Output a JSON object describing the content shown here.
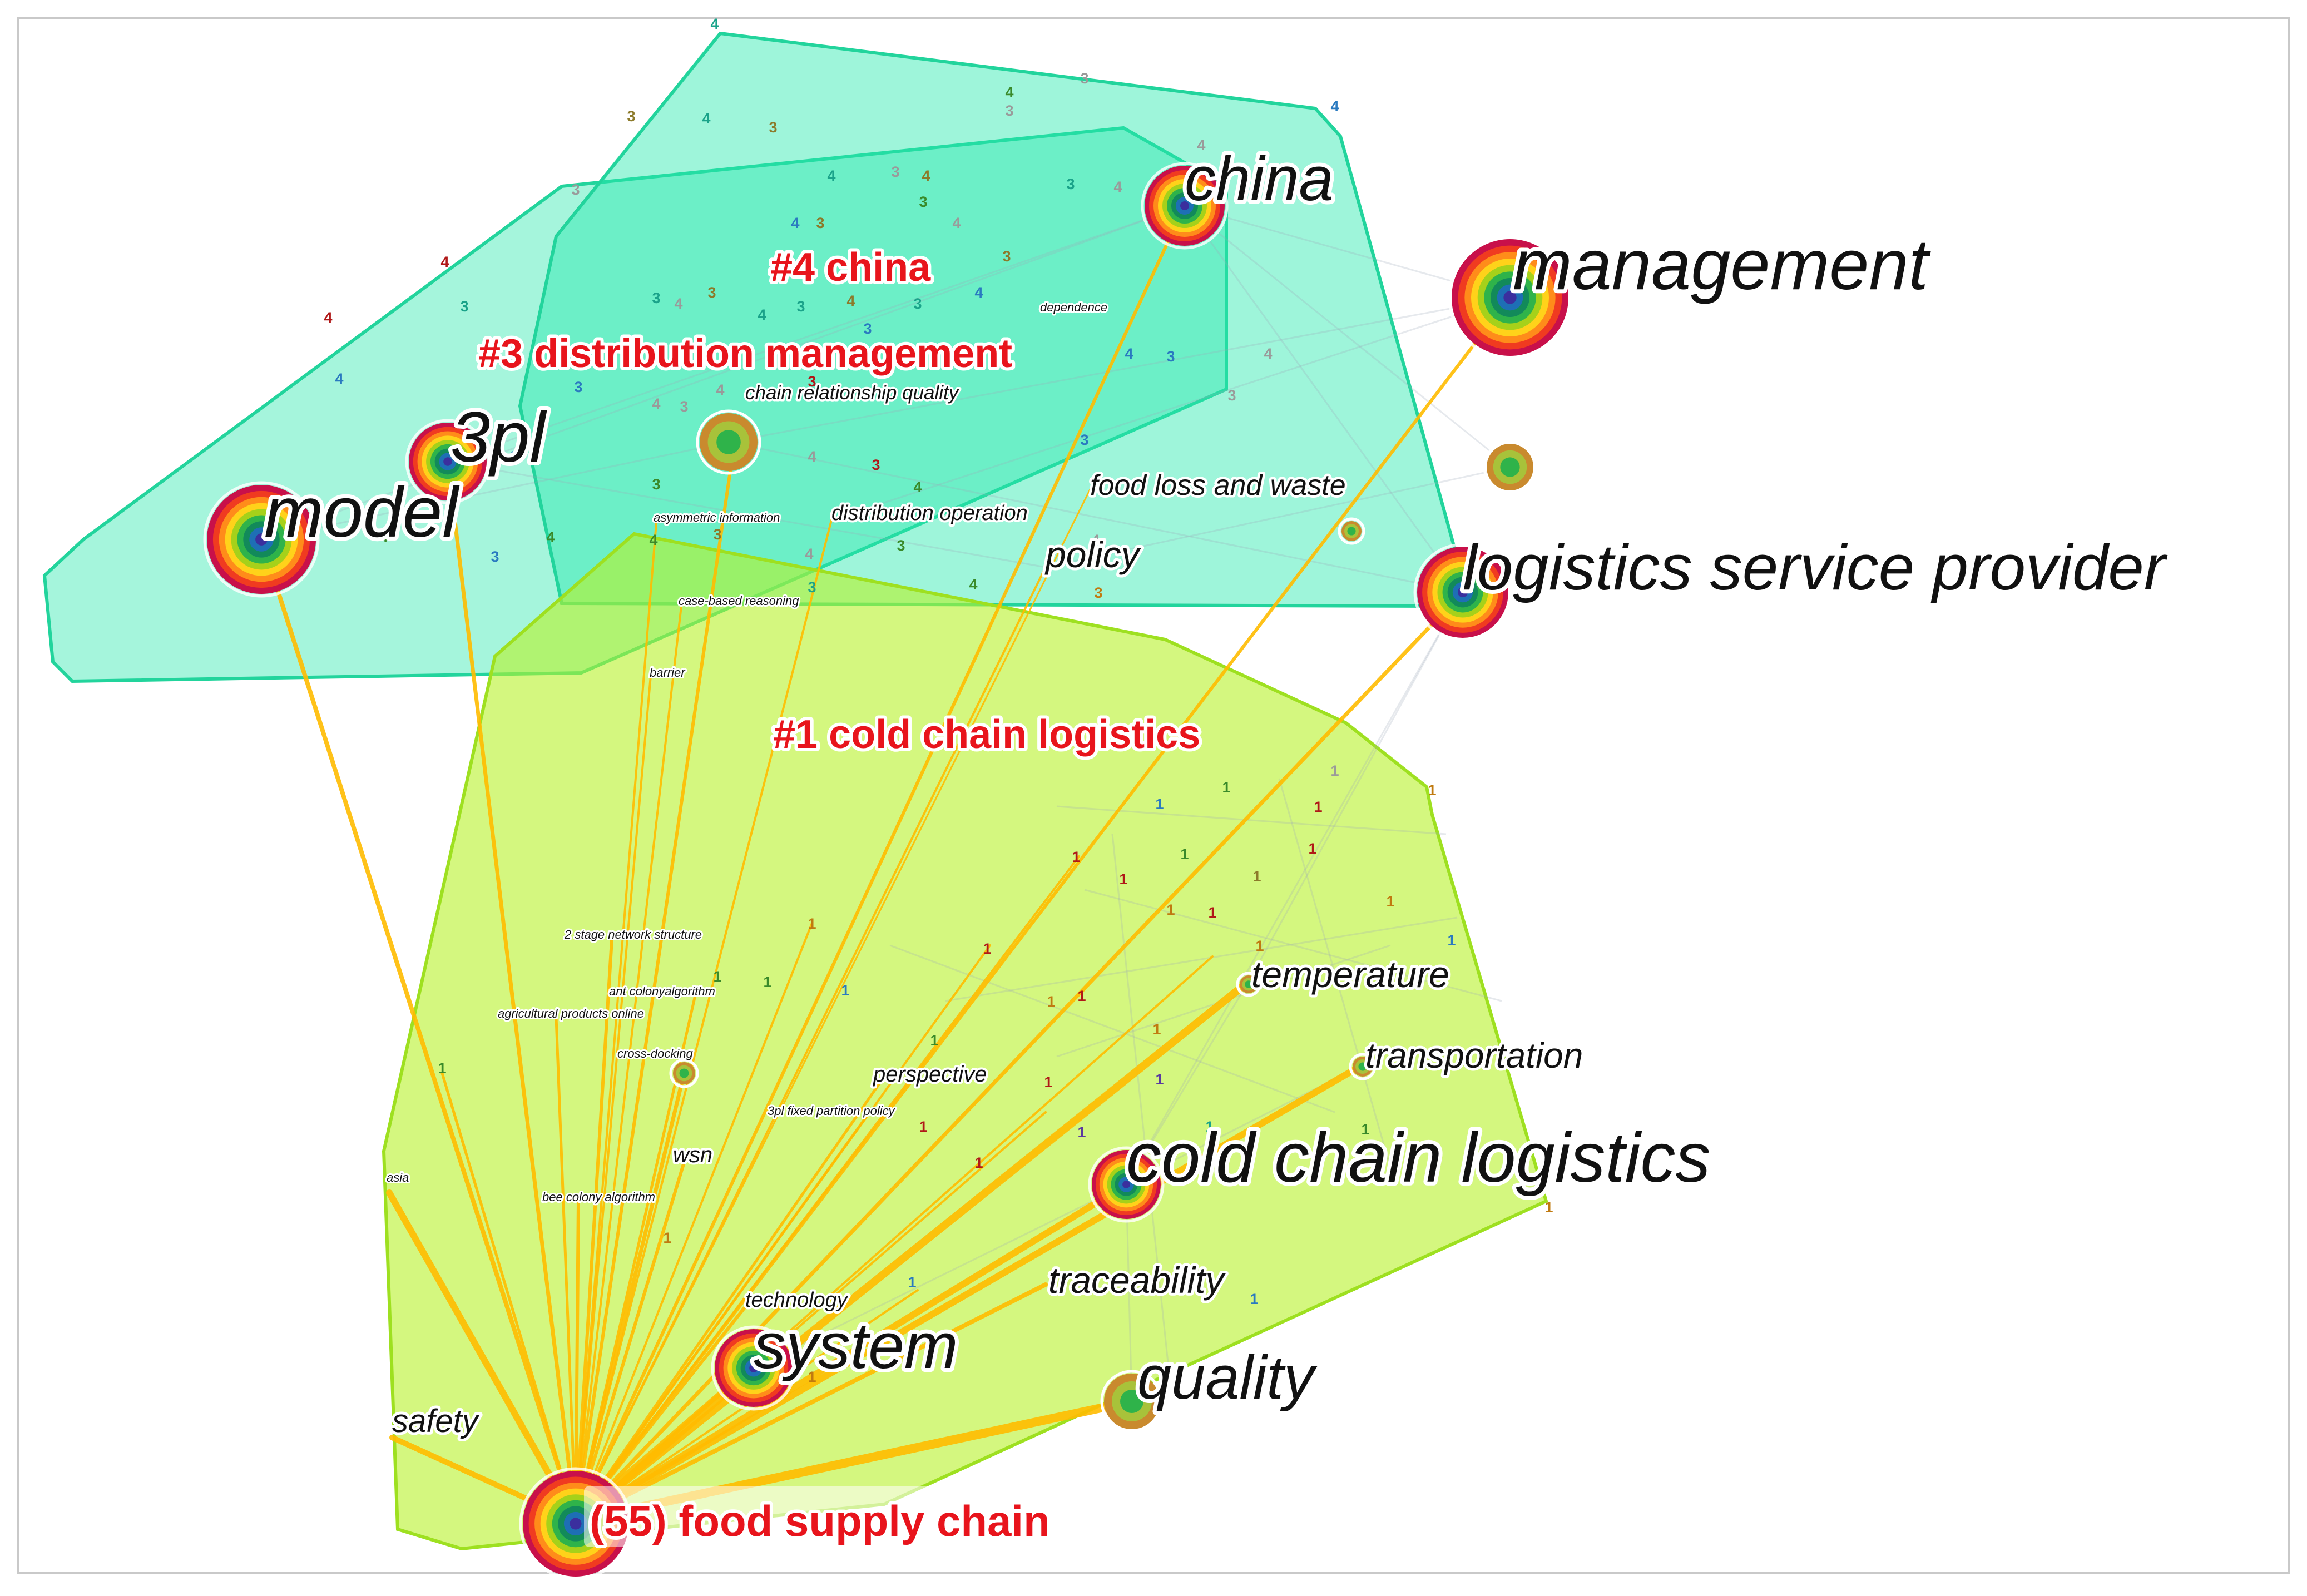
{
  "colors": {
    "hull_green": "#28e8ac",
    "hull_lime": "#b8f22a",
    "link": "#ffbb00",
    "cluster_label": "#e8141c",
    "keyword": "#111111",
    "ring_palette": [
      "#c8104a",
      "#f03b20",
      "#ff8c1a",
      "#ffd21a",
      "#a6d11a",
      "#2fb34a",
      "#128a5a",
      "#1e6fb5",
      "#3b2f9e"
    ]
  },
  "clusters": [
    {
      "id": "c4",
      "label": "#4 china"
    },
    {
      "id": "c3",
      "label": "#3 distribution management"
    },
    {
      "id": "c1",
      "label": "#1 cold chain logistics"
    }
  ],
  "hub": {
    "id": "food",
    "label": "(55) food supply chain"
  },
  "major_keywords": [
    {
      "id": "management",
      "label": "management"
    },
    {
      "id": "china",
      "label": "china"
    },
    {
      "id": "logistics",
      "label": "logistics service provider"
    },
    {
      "id": "model",
      "label": "model"
    },
    {
      "id": "threepl",
      "label": "3pl"
    },
    {
      "id": "coldchain",
      "label": "cold chain logistics"
    },
    {
      "id": "system",
      "label": "system"
    },
    {
      "id": "quality",
      "label": "quality"
    }
  ],
  "medium_keywords": [
    {
      "id": "foodloss",
      "label": "food loss and waste"
    },
    {
      "id": "policy",
      "label": "policy"
    },
    {
      "id": "temperature",
      "label": "temperature"
    },
    {
      "id": "transportation",
      "label": "transportation"
    },
    {
      "id": "traceability",
      "label": "traceability"
    },
    {
      "id": "safety",
      "label": "safety"
    },
    {
      "id": "wsn",
      "label": "wsn"
    },
    {
      "id": "perspective",
      "label": "perspective"
    },
    {
      "id": "technology",
      "label": "technology"
    },
    {
      "id": "distop",
      "label": "distribution operation"
    },
    {
      "id": "chainrel",
      "label": "chain relationship quality"
    }
  ],
  "small_keywords": [
    {
      "id": "dependence",
      "label": "dependence"
    },
    {
      "id": "asym",
      "label": "asymmetric information"
    },
    {
      "id": "casebased",
      "label": "case-based reasoning"
    },
    {
      "id": "barrier",
      "label": "barrier"
    },
    {
      "id": "twostage",
      "label": "2 stage network structure"
    },
    {
      "id": "antcolony",
      "label": "ant colonyalgorithm"
    },
    {
      "id": "agri",
      "label": "agricultural products online"
    },
    {
      "id": "crossdock",
      "label": "cross-docking"
    },
    {
      "id": "threeplfixed",
      "label": "3pl fixed partition policy"
    },
    {
      "id": "bee",
      "label": "bee colony algorithm"
    },
    {
      "id": "asia",
      "label": "asia"
    }
  ],
  "year_markers": [
    "1",
    "3",
    "4"
  ]
}
